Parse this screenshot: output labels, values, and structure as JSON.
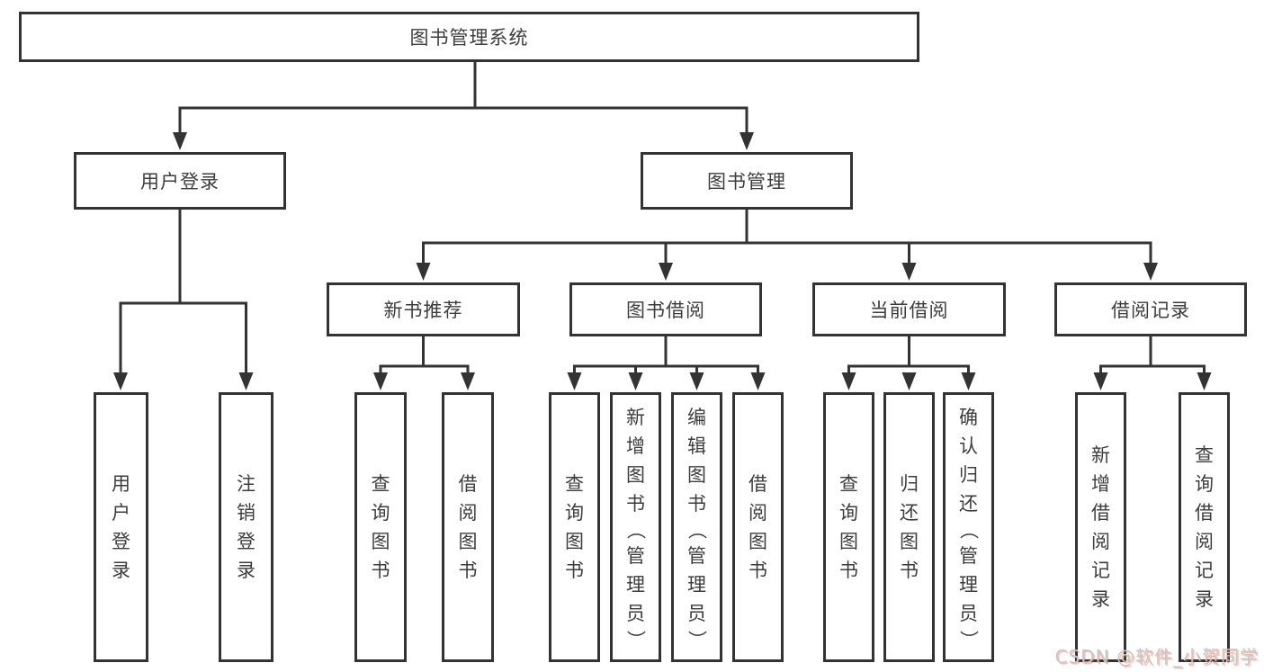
{
  "nodes": {
    "root": "图书管理系统",
    "user_login": "用户登录",
    "book_mgmt": "图书管理",
    "new_book_rec": "新书推荐",
    "book_borrow": "图书借阅",
    "current_borrow": "当前借阅",
    "borrow_records": "借阅记录",
    "ul_login": "用户登录",
    "ul_logout": "注销登录",
    "nbr_query": "查询图书",
    "nbr_borrow": "借阅图书",
    "bb_query": "查询图书",
    "bb_add": "新增图书（管理员）",
    "bb_edit": "编辑图书（管理员）",
    "bb_borrow": "借阅图书",
    "cb_query": "查询图书",
    "cb_return": "归还图书",
    "cb_confirm": "确认归还（管理员）",
    "br_add": "新增借阅记录",
    "br_query": "查询借阅记录"
  },
  "watermark": "CSDN @软件_小贺同学",
  "colors": {
    "line": "#333333",
    "box_border": "#333333",
    "text": "#3d3d3d",
    "background": "#ffffff",
    "watermark_text": "#c6c6c6",
    "watermark_accent": "#fc5531"
  }
}
